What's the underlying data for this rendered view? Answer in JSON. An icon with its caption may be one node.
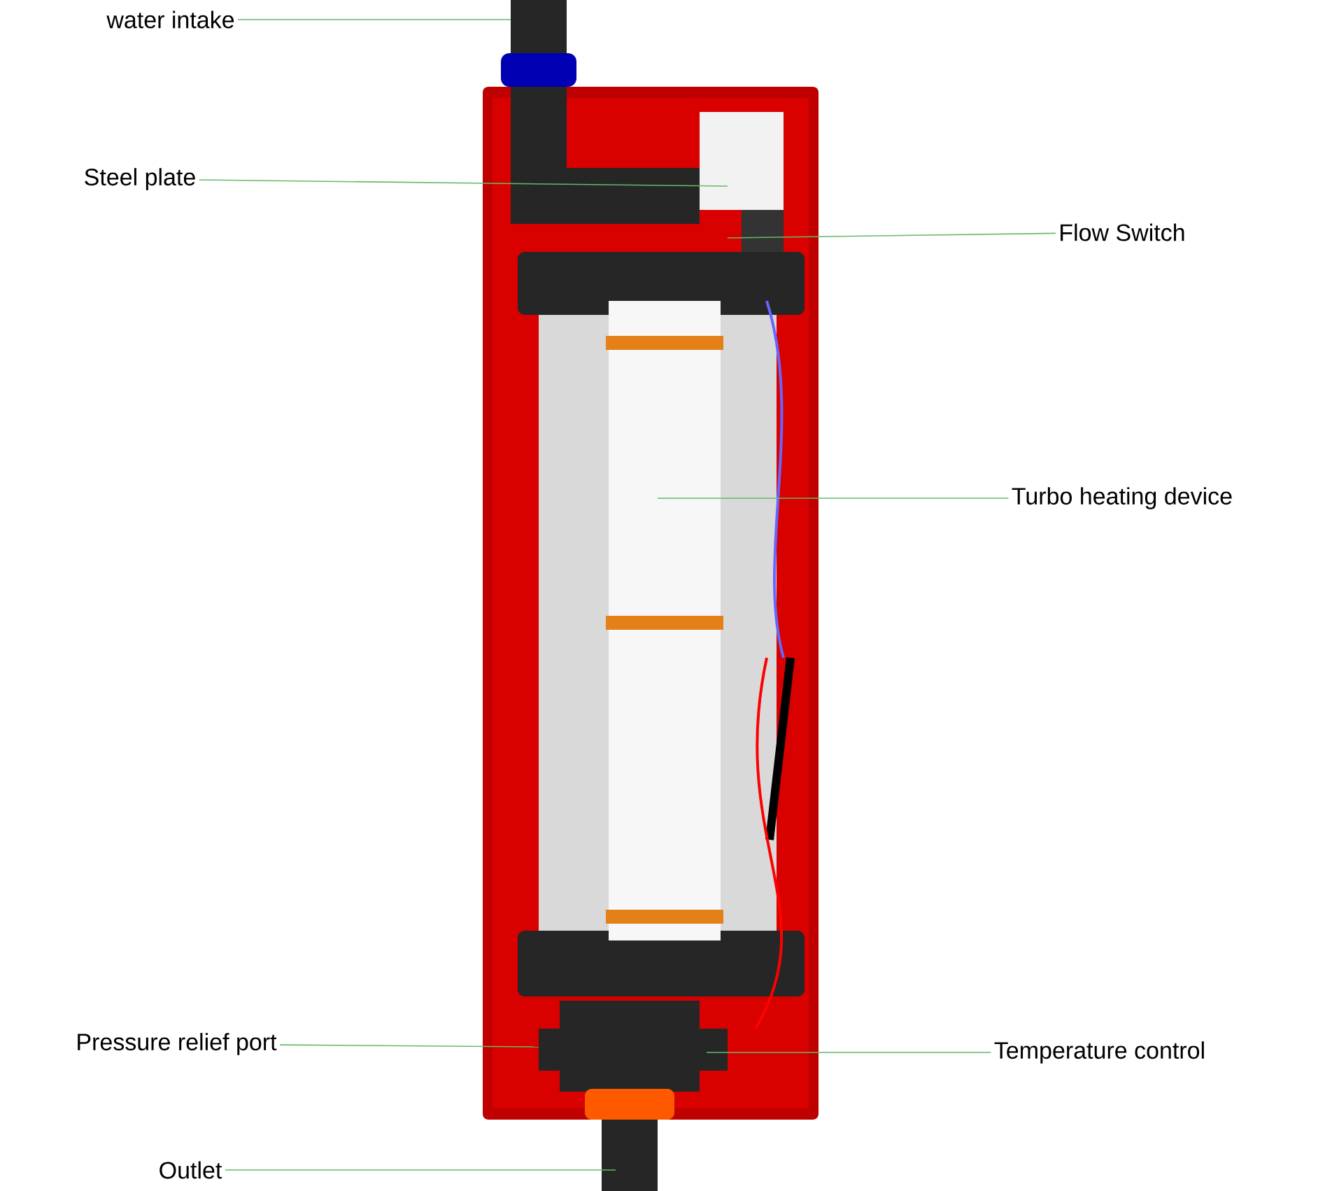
{
  "diagram": {
    "nodes": [
      {
        "text": [
          "water intake"
        ]
      },
      {
        "text": [
          "Steel plate"
        ]
      },
      {
        "text": [
          "Flow Switch"
        ]
      },
      {
        "text": [
          "Turbo heating device"
        ]
      },
      {
        "text": [
          "Pressure relief port"
        ]
      },
      {
        "text": [
          "Temperature control"
        ]
      },
      {
        "text": [
          "Outlet"
        ]
      }
    ],
    "edges": [
      {
        "from": 0,
        "to": null,
        "arrow": "none"
      },
      {
        "from": 1,
        "to": null,
        "arrow": "none"
      },
      {
        "from": 2,
        "to": null,
        "arrow": "none"
      },
      {
        "from": 3,
        "to": null,
        "arrow": "none"
      },
      {
        "from": 4,
        "to": null,
        "arrow": "none"
      },
      {
        "from": 5,
        "to": null,
        "arrow": "none"
      },
      {
        "from": 6,
        "to": null,
        "arrow": "none"
      }
    ]
  }
}
